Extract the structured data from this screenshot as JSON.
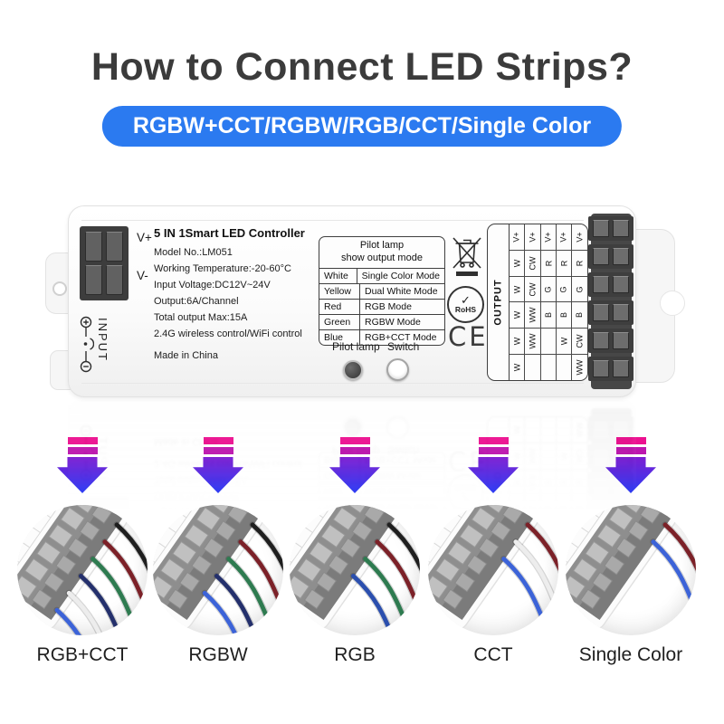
{
  "title": "How to Connect LED Strips?",
  "banner": {
    "label": "RGBW+CCT/RGBW/RGB/CCT/Single Color"
  },
  "colors": {
    "banner_bg": "#2b7af0",
    "title": "#3b3b3b",
    "arrow_pink": "#ec1190",
    "arrow_mid": "#bd17ae",
    "arrow_head_top": "#7d1ed2",
    "arrow_head_bottom": "#2b3cf4"
  },
  "icons": {
    "weee": "crossed-out-bin-icon",
    "rohs": "rohs-check-icon",
    "polarity": "dc-polarity-icon",
    "arrow": "down-arrow-icon"
  },
  "device": {
    "input": {
      "vplus": "V+",
      "vminus": "V-",
      "label": "INPUT"
    },
    "info": {
      "title": "5 IN 1Smart LED Controller",
      "lines": [
        "Model No.:LM051",
        "Working Temperature:-20-60°C",
        "Input Voltage:DC12V~24V",
        "Output:6A/Channel",
        "Total output Max:15A",
        "2.4G wireless control/WiFi control"
      ],
      "made_in": "Made in China"
    },
    "pilot_table": {
      "header": [
        "Pilot lamp",
        "show output mode"
      ],
      "rows": [
        [
          "White",
          "Single Color Mode"
        ],
        [
          "Yellow",
          "Dual White Mode"
        ],
        [
          "Red",
          "RGB Mode"
        ],
        [
          "Green",
          "RGBW Mode"
        ],
        [
          "Blue",
          "RGB+CCT Mode"
        ]
      ]
    },
    "controls": {
      "pilot_lamp_label": "Pilot lamp",
      "switch_label": "Switch"
    },
    "certifications": {
      "rohs": "RoHS",
      "ce": "CE"
    },
    "output_table": {
      "label": "OUTPUT",
      "grid": [
        [
          "V+",
          "V+",
          "V+",
          "V+",
          "V+"
        ],
        [
          "W",
          "CW",
          "R",
          "R",
          "R"
        ],
        [
          "W",
          "CW",
          "G",
          "G",
          "G"
        ],
        [
          "W",
          "WW",
          "B",
          "B",
          "B"
        ],
        [
          "W",
          "WW",
          "",
          "W",
          "CW"
        ],
        [
          "W",
          "",
          "",
          "",
          "WW"
        ]
      ]
    }
  },
  "connections": [
    {
      "label": "RGB+CCT",
      "wires": [
        "#1f1f1f",
        "#7c2128",
        "#2e7b50",
        "#24306c",
        "#ededed",
        "#3c63d8"
      ]
    },
    {
      "label": "RGBW",
      "wires": [
        "#1f1f1f",
        "#7c2128",
        "#2e7b50",
        "#24306c",
        "#3c63d8"
      ]
    },
    {
      "label": "RGB",
      "wires": [
        "#1f1f1f",
        "#7c2128",
        "#2e7b50",
        "#2b4fae"
      ]
    },
    {
      "label": "CCT",
      "wires": [
        "#7c2128",
        "#ededed",
        "#3c63d8"
      ]
    },
    {
      "label": "Single Color",
      "wires": [
        "#7c2128",
        "#3c63d8"
      ]
    }
  ]
}
